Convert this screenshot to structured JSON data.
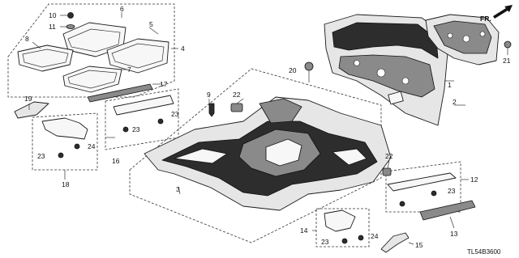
{
  "diagram": {
    "callouts": {
      "n1": "1",
      "n2": "2",
      "n3": "3",
      "n4": "4",
      "n5": "5",
      "n6": "6",
      "n7": "7",
      "n8": "8",
      "n9": "9",
      "n10": "10",
      "n11": "11",
      "n12": "12",
      "n13": "13",
      "n14": "14",
      "n15": "15",
      "n16": "16",
      "n17": "17",
      "n18": "18",
      "n19": "19",
      "n20": "20",
      "n21": "21",
      "n22a": "22",
      "n22b": "22",
      "n23a": "23",
      "n23b": "23",
      "n23c": "23",
      "n23d": "23",
      "n23e": "23",
      "n24a": "24",
      "n24b": "24"
    },
    "front_indicator": "FR.",
    "drawing_code": "TL54B3600"
  }
}
